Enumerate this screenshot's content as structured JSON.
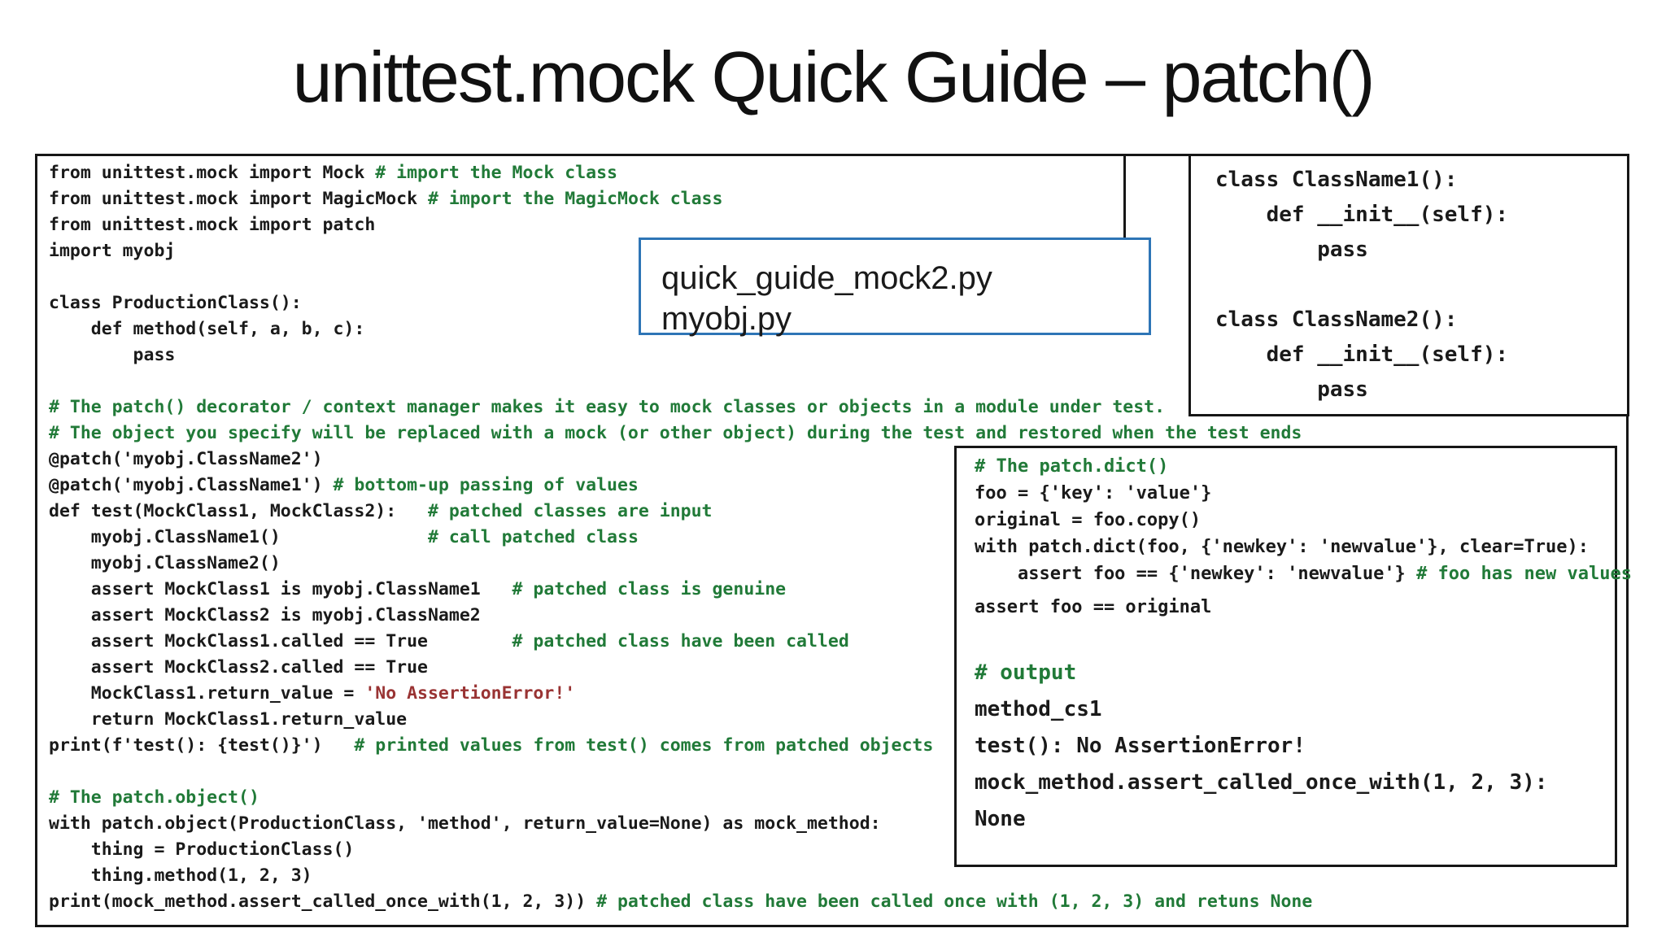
{
  "title": "unittest.mock Quick Guide – patch()",
  "colors": {
    "code_text": "#1a1a1a",
    "comment_green": "#217a38",
    "string_red": "#993333",
    "box_border_black": "#161616",
    "files_box_border_blue": "#2e75b6",
    "background": "#ffffff"
  },
  "files_box": {
    "line1": "quick_guide_mock2.py",
    "line2": "myobj.py"
  },
  "main_code": {
    "lines": [
      [
        [
          "from unittest.mock import Mock ",
          "c"
        ],
        [
          "# import the Mock class",
          "m"
        ]
      ],
      [
        [
          "from unittest.mock import MagicMock ",
          "c"
        ],
        [
          "# import the MagicMock class",
          "m"
        ]
      ],
      [
        [
          "from unittest.mock import patch",
          "c"
        ]
      ],
      [
        [
          "import myobj",
          "c"
        ]
      ],
      [],
      [
        [
          "class ProductionClass():",
          "c"
        ]
      ],
      [
        [
          "    def method(self, a, b, c):",
          "c"
        ]
      ],
      [
        [
          "        pass",
          "c"
        ]
      ],
      [],
      [
        [
          "# The patch() decorator / context manager makes it easy to mock classes or objects in a module under test.",
          "m"
        ]
      ],
      [
        [
          "# The object you specify will be replaced with a mock (or other object) during the test and restored when the test ends",
          "m"
        ]
      ],
      [
        [
          "@patch('myobj.ClassName2')",
          "c"
        ]
      ],
      [
        [
          "@patch('myobj.ClassName1') ",
          "c"
        ],
        [
          "# bottom-up passing of values",
          "m"
        ]
      ],
      [
        [
          "def test(MockClass1, MockClass2):   ",
          "c"
        ],
        [
          "# patched classes are input",
          "m"
        ]
      ],
      [
        [
          "    myobj.ClassName1()              ",
          "c"
        ],
        [
          "# call patched class",
          "m"
        ]
      ],
      [
        [
          "    myobj.ClassName2()",
          "c"
        ]
      ],
      [
        [
          "    assert MockClass1 is myobj.ClassName1   ",
          "c"
        ],
        [
          "# patched class is genuine",
          "m"
        ]
      ],
      [
        [
          "    assert MockClass2 is myobj.ClassName2",
          "c"
        ]
      ],
      [
        [
          "    assert MockClass1.called == True        ",
          "c"
        ],
        [
          "# patched class have been called",
          "m"
        ]
      ],
      [
        [
          "    assert MockClass2.called == True",
          "c"
        ]
      ],
      [
        [
          "    MockClass1.return_value = ",
          "c"
        ],
        [
          "'No AssertionError!'",
          "s"
        ]
      ],
      [
        [
          "    return MockClass1.return_value",
          "c"
        ]
      ],
      [
        [
          "print(f'test(): {test()}')   ",
          "c"
        ],
        [
          "# printed values from test() comes from patched objects",
          "m"
        ]
      ],
      [],
      [
        [
          "# The patch.object()",
          "m"
        ]
      ],
      [
        [
          "with patch.object(ProductionClass, 'method', return_value=None) as mock_method:",
          "c"
        ]
      ],
      [
        [
          "    thing = ProductionClass()",
          "c"
        ]
      ],
      [
        [
          "    thing.method(1, 2, 3)",
          "c"
        ]
      ],
      [
        [
          "print(mock_method.assert_called_once_with(1, 2, 3)) ",
          "c"
        ],
        [
          "# patched class have been called once with (1, 2, 3) and retuns None",
          "m"
        ]
      ]
    ]
  },
  "myobj_code": {
    "lines": [
      [
        [
          "class ClassName1():",
          "c"
        ]
      ],
      [
        [
          "    def __init__(self):",
          "c"
        ]
      ],
      [
        [
          "        pass",
          "c"
        ]
      ],
      [],
      [
        [
          "class ClassName2():",
          "c"
        ]
      ],
      [
        [
          "    def __init__(self):",
          "c"
        ]
      ],
      [
        [
          "        pass",
          "c"
        ]
      ]
    ]
  },
  "dict_code": {
    "lines": [
      [
        [
          "# The patch.dict()",
          "m"
        ]
      ],
      [
        [
          "foo = {'key': 'value'}",
          "c"
        ]
      ],
      [
        [
          "original = foo.copy()",
          "c"
        ]
      ],
      [
        [
          "with patch.dict(foo, {'newkey': 'newvalue'}, clear=True):",
          "c"
        ]
      ],
      [
        [
          "    assert foo == {'newkey': 'newvalue'} ",
          "c"
        ],
        [
          "# foo has new values",
          "m"
        ]
      ],
      [
        [
          "assert foo == original",
          "c"
        ]
      ]
    ]
  },
  "output_code": {
    "lines": [
      [
        [
          "# output",
          "m"
        ]
      ],
      [
        [
          "method_cs1",
          "c"
        ]
      ],
      [
        [
          "test(): No AssertionError!",
          "c"
        ]
      ],
      [
        [
          "mock_method.assert_called_once_with(1, 2, 3):",
          "c"
        ]
      ],
      [
        [
          "None",
          "c"
        ]
      ]
    ]
  }
}
